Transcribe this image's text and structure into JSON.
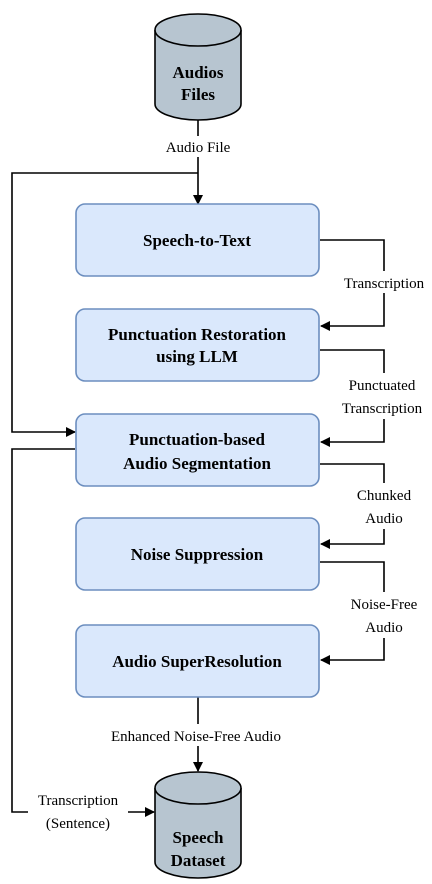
{
  "nodes": {
    "audios_files": {
      "line1": "Audios",
      "line2": "Files"
    },
    "speech_to_text": {
      "line1": "Speech-to-Text"
    },
    "punctuation_restoration": {
      "line1": "Punctuation Restoration",
      "line2": "using LLM"
    },
    "punctuation_segmentation": {
      "line1": "Punctuation-based",
      "line2": "Audio Segmentation"
    },
    "noise_suppression": {
      "line1": "Noise Suppression"
    },
    "audio_superresolution": {
      "line1": "Audio SuperResolution"
    },
    "speech_dataset": {
      "line1": "Speech",
      "line2": "Dataset"
    }
  },
  "edges": {
    "audio_file": {
      "line1": "Audio File"
    },
    "transcription": {
      "line1": "Transcription"
    },
    "punctuated_transcription": {
      "line1": "Punctuated",
      "line2": "Transcription"
    },
    "chunked_audio": {
      "line1": "Chunked",
      "line2": "Audio"
    },
    "noise_free_audio": {
      "line1": "Noise-Free",
      "line2": "Audio"
    },
    "enhanced_noise_free_audio": {
      "line1": "Enhanced Noise-Free Audio"
    },
    "transcription_sentence": {
      "line1": "Transcription",
      "line2": "(Sentence)"
    }
  },
  "colors": {
    "box_fill": "#dae8fc",
    "box_stroke": "#6c8ebf",
    "database_fill": "#b7c5d0",
    "line": "#000000"
  }
}
